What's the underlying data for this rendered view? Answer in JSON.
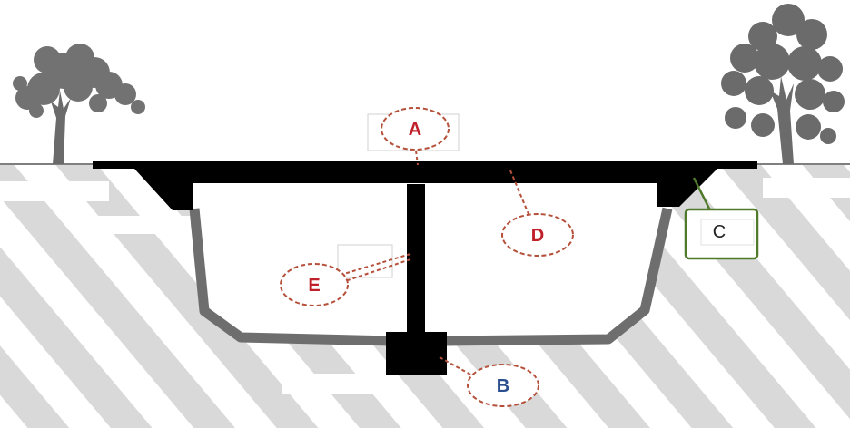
{
  "diagram": {
    "callouts": [
      {
        "id": "A",
        "label": "A",
        "color": "#c0202a"
      },
      {
        "id": "B",
        "label": "B",
        "color": "#2a4f8f"
      },
      {
        "id": "D",
        "label": "D",
        "color": "#c0202a"
      },
      {
        "id": "E",
        "label": "E",
        "color": "#c0202a"
      }
    ],
    "box_label": {
      "id": "C",
      "label": "C",
      "border_color": "#4e7a2a"
    },
    "colors": {
      "structure": "#000000",
      "ground_wall": "#6e6e6e",
      "hatch": "#d9d9d9",
      "callout_ring": "#b5503a",
      "tree": "#6b6b6b"
    },
    "icons": [
      "tree-left-icon",
      "tree-right-icon"
    ]
  }
}
